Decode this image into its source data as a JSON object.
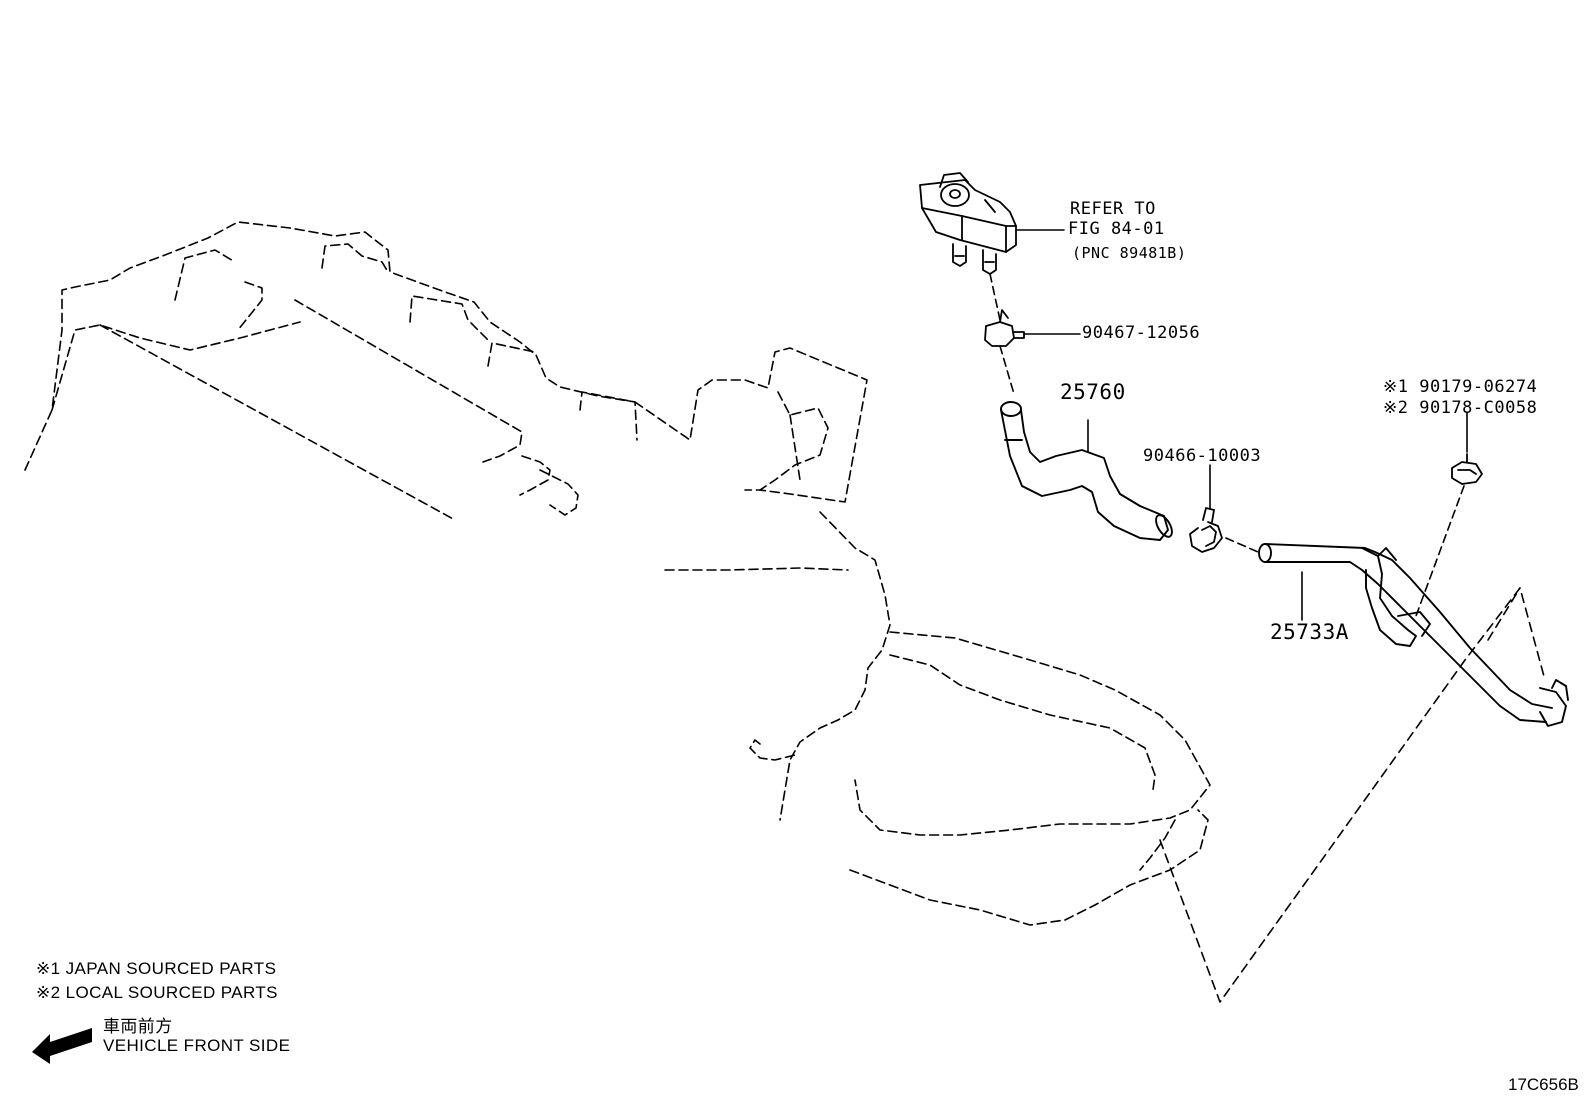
{
  "callouts": {
    "refer_line1": "REFER TO",
    "refer_line2": "FIG 84-01",
    "refer_line3": "(PNC 89481B)",
    "part_90467": "90467-12056",
    "part_25760": "25760",
    "part_90466": "90466-10003",
    "part_japan": "※1 90179-06274",
    "part_local": "※2 90178-C0058",
    "part_25733a": "25733A"
  },
  "notes": {
    "japan_sourced": "※1 JAPAN SOURCED PARTS",
    "local_sourced": "※2 LOCAL SOURCED PARTS",
    "front_japanese": "車両前方",
    "front_english": "VEHICLE FRONT SIDE"
  },
  "figure_id": "17C656B",
  "icons": {
    "front_arrow": "arrow-left-icon"
  },
  "colors": {
    "ink": "#000000",
    "paper": "#ffffff"
  }
}
